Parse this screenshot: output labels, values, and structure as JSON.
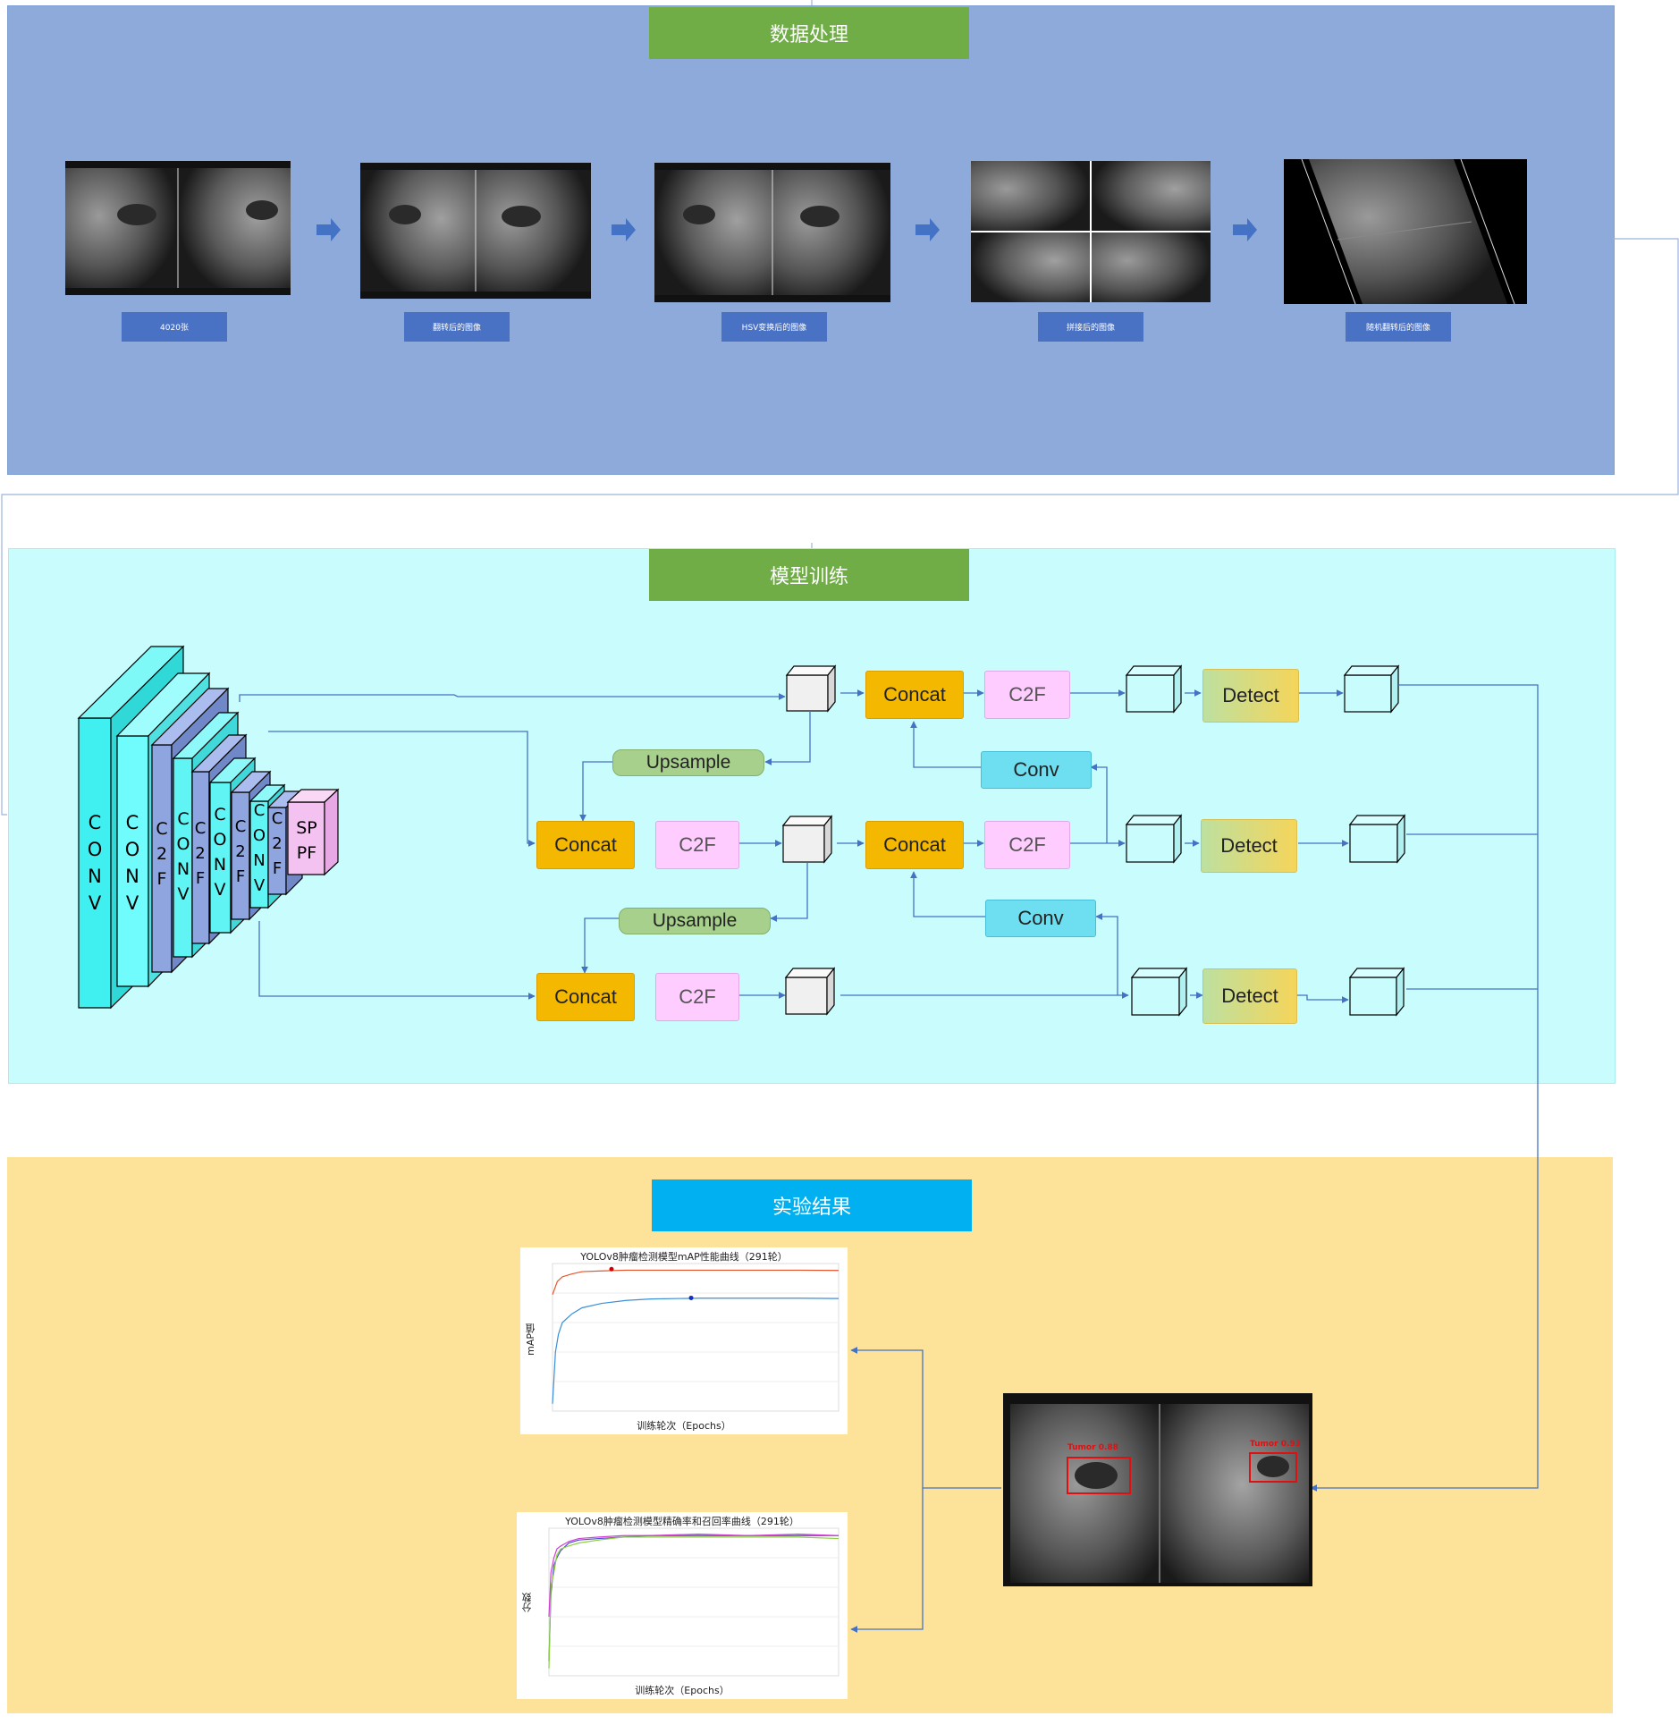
{
  "sections": {
    "data_processing": {
      "title": "数据处理"
    },
    "model_training": {
      "title": "模型训练"
    },
    "results": {
      "title": "实验结果"
    }
  },
  "preprocess": {
    "captions": [
      "4020张",
      "翻转后的图像",
      "HSV变换后的图像",
      "拼接后的图像",
      "随机翻转后的图像"
    ]
  },
  "backbone": {
    "layers": [
      "C O N V",
      "C O N V",
      "C 2 F",
      "C O N V",
      "C 2 F",
      "C O N V",
      "C 2 F",
      "C O N V",
      "C 2 F"
    ],
    "sppf": "SP PF"
  },
  "network": {
    "concat": "Concat",
    "c2f": "C2F",
    "conv": "Conv",
    "upsample": "Upsample",
    "detect": "Detect"
  },
  "results": {
    "detections": [
      {
        "label": "Tumor 0.88"
      },
      {
        "label": "Tumor 0.93"
      }
    ]
  },
  "colors": {
    "panel_blue": "#8eaadb",
    "panel_cyan": "#c9fcfc",
    "panel_yellow": "#fde39a",
    "title_green": "#70ad47",
    "title_blue": "#00b0f0",
    "arrow": "#4472c4"
  },
  "chart_data": [
    {
      "type": "line",
      "title": "YOLOv8肿瘤检测模型mAP性能曲线（291轮）",
      "xlabel": "训练轮次（Epochs）",
      "ylabel": "mAP值",
      "xlim": [
        0,
        291
      ],
      "ylim": [
        0,
        1
      ],
      "series": [
        {
          "color": "#e8532a",
          "x": [
            0,
            5,
            10,
            20,
            30,
            50,
            75,
            100,
            150,
            200,
            250,
            291
          ],
          "values": [
            0.79,
            0.88,
            0.91,
            0.93,
            0.945,
            0.95,
            0.955,
            0.955,
            0.955,
            0.955,
            0.955,
            0.953
          ]
        },
        {
          "color": "#3a8fd8",
          "x": [
            0,
            3,
            6,
            10,
            20,
            30,
            50,
            75,
            100,
            150,
            200,
            250,
            291
          ],
          "values": [
            0.05,
            0.4,
            0.52,
            0.6,
            0.66,
            0.7,
            0.73,
            0.75,
            0.76,
            0.765,
            0.765,
            0.765,
            0.763
          ]
        }
      ],
      "markers": [
        {
          "x": 60,
          "y": 0.962,
          "color": "#cc0000"
        },
        {
          "x": 141,
          "y": 0.767,
          "color": "#1030c0"
        }
      ]
    },
    {
      "type": "line",
      "title": "YOLOv8肿瘤检测模型精确率和召回率曲线（291轮）",
      "xlabel": "训练轮次（Epochs）",
      "ylabel": "分数",
      "xlim": [
        0,
        291
      ],
      "ylim": [
        0,
        1
      ],
      "series": [
        {
          "color": "#5050d0",
          "x": [
            0,
            2,
            5,
            8,
            12,
            20,
            30,
            50,
            75,
            100,
            150,
            200,
            250,
            291
          ],
          "values": [
            0.1,
            0.55,
            0.75,
            0.8,
            0.85,
            0.9,
            0.92,
            0.93,
            0.94,
            0.95,
            0.95,
            0.95,
            0.95,
            0.95
          ]
        },
        {
          "color": "#8ad040",
          "x": [
            0,
            2,
            5,
            8,
            12,
            20,
            30,
            50,
            75,
            100,
            150,
            200,
            250,
            291
          ],
          "values": [
            0.05,
            0.6,
            0.7,
            0.82,
            0.86,
            0.88,
            0.9,
            0.92,
            0.94,
            0.94,
            0.94,
            0.94,
            0.94,
            0.93
          ]
        },
        {
          "color": "#d040d0",
          "x": [
            0,
            2,
            5,
            8,
            12,
            20,
            30,
            50,
            75,
            100,
            150,
            200,
            250,
            291
          ],
          "values": [
            0.4,
            0.7,
            0.8,
            0.86,
            0.88,
            0.91,
            0.93,
            0.94,
            0.95,
            0.95,
            0.96,
            0.95,
            0.96,
            0.95
          ]
        }
      ]
    }
  ]
}
